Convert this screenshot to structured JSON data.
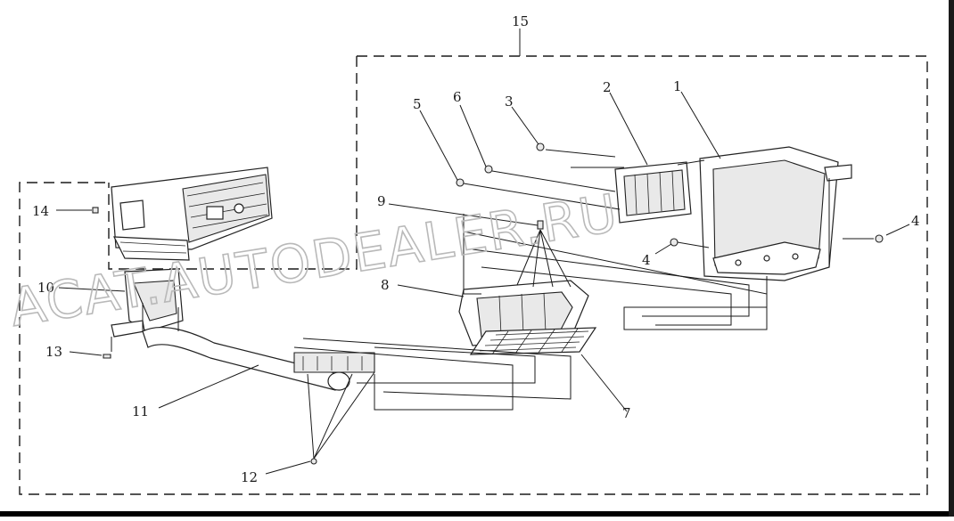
{
  "callouts": [
    "1",
    "2",
    "3",
    "4",
    "4",
    "5",
    "6",
    "7",
    "8",
    "9",
    "10",
    "11",
    "12",
    "13",
    "14",
    "15"
  ],
  "watermark": "ACAT.AUTODEALER.RU",
  "colors": {
    "line": "#1a1a1a",
    "background": "#ffffff",
    "watermark": "#b9b9b9",
    "bottom_bar": "#000000"
  }
}
